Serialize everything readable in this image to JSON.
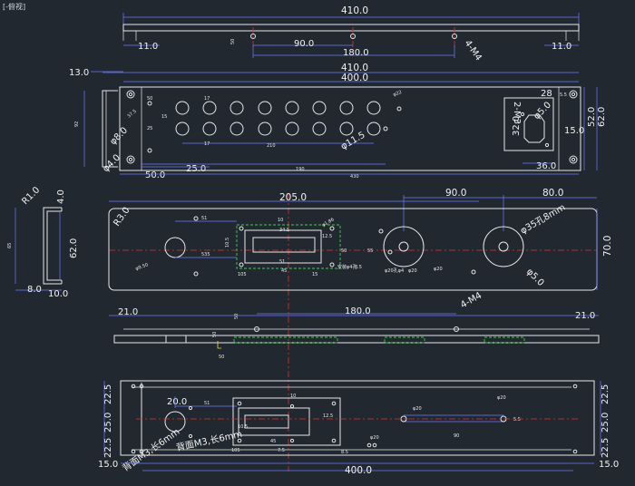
{
  "window": {
    "corner_text": "[-俯视]"
  },
  "top_strip": {
    "dims": {
      "overall": "410.0",
      "left_offset": "11.0",
      "right_offset": "11.0",
      "pitch_a": "90.0",
      "pitch_b": "180.0",
      "thread": "4-M4",
      "small": "50"
    }
  },
  "front_panel": {
    "dims": {
      "side_depth": "13.0",
      "outer": "410.0",
      "inner": "400.0",
      "dia_hole": "φ8.0",
      "dia_corner": "φ4.0",
      "left_margin": "50.0",
      "spacing": "25.0",
      "hole_dia_big": "φ11.5",
      "win_w": "28",
      "win_thread": "2-M3",
      "win_dia": "φ5.0",
      "win_h": "32.0",
      "win_bottom": "36.0",
      "right_h1": "52.0",
      "right_h2": "62.0",
      "right_small": "15.0"
    },
    "small": {
      "s1": "50",
      "s2": "25",
      "s3": "37.5",
      "s4": "15",
      "s5": "92",
      "s6": "210",
      "s7": "190",
      "s8": "430",
      "s9": "17",
      "s10": "φ22",
      "s11": "25",
      "s12": "5.5"
    }
  },
  "side_profile": {
    "dims": {
      "radius": "R1.0",
      "top": "4.0",
      "height": "62.0",
      "bottom": "8.0",
      "width": "10.0",
      "left": "65"
    }
  },
  "panel_b": {
    "dims": {
      "offset": "205.0",
      "pitch": "90.0",
      "right": "80.0",
      "corner_radius": "R3.0",
      "big_hole": "φ35孔8mm",
      "dia_small": "φ5.0",
      "height": "70.0"
    },
    "small": {
      "s1": "φ9.50",
      "s2": "51",
      "s3": "535",
      "s4": "10.5",
      "s5": "34.5",
      "s6": "12.5",
      "s7": "φ1.86",
      "s8": "50",
      "s9": "φ20",
      "s10": "55",
      "s11": "φ20孔φ4",
      "s12": "8.5",
      "s13": "安装φ4孔",
      "s14": "φ20",
      "s15": "45",
      "s16": "10",
      "s17": "51",
      "s18": "105",
      "s19": "15"
    }
  },
  "rear_strip": {
    "dims": {
      "left": "21.0",
      "right": "21.0",
      "pitch": "180.0",
      "thread": "4-M4",
      "small_a": "50",
      "small_b": "50"
    }
  },
  "bottom_panel": {
    "dims": {
      "left_top": "22.5",
      "left_mid": "25.0",
      "left_bot": "22.5",
      "right_top": "22.5",
      "right_mid": "25.0",
      "right_bot": "22.5",
      "hole": "20.0",
      "overall": "400.0",
      "edge_left": "15.0",
      "edge_right": "15.0"
    },
    "notes": {
      "n1": "背面M3,长6mm",
      "n2": "背面M3,长6mm"
    },
    "small": {
      "s1": "51",
      "s2": "105",
      "s3": "12.5",
      "s4": "10.5",
      "s5": "45",
      "s6": "φ20",
      "s7": "φ20",
      "s8": "90",
      "s9": "5.5",
      "s10": "φ20",
      "s11": "10",
      "s12": "7.5",
      "s13": "8.5"
    }
  }
}
